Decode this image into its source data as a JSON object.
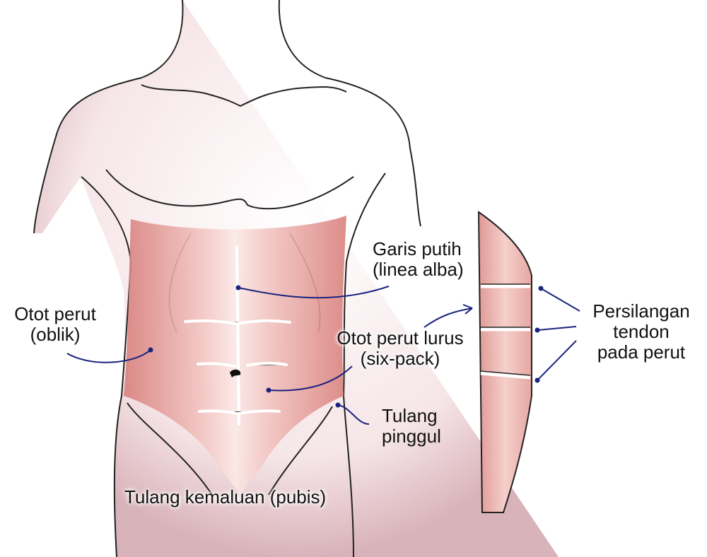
{
  "labels": {
    "linea_alba": {
      "line1": "Garis putih",
      "line2": "(linea alba)"
    },
    "oblique": {
      "line1": "Otot perut",
      "line2": "(oblik)"
    },
    "rectus": {
      "line1": "Otot perut lurus",
      "line2": "(six-pack)"
    },
    "hip": {
      "line1": "Tulang",
      "line2": "pinggul"
    },
    "pubis": "Tulang kemaluan (pubis)",
    "tendon": {
      "line1": "Persilangan",
      "line2": "tendon",
      "line3": "pada perut"
    }
  },
  "colors": {
    "muscle": "#e8a09a",
    "leader": "#1a237e",
    "outline": "#222222"
  }
}
